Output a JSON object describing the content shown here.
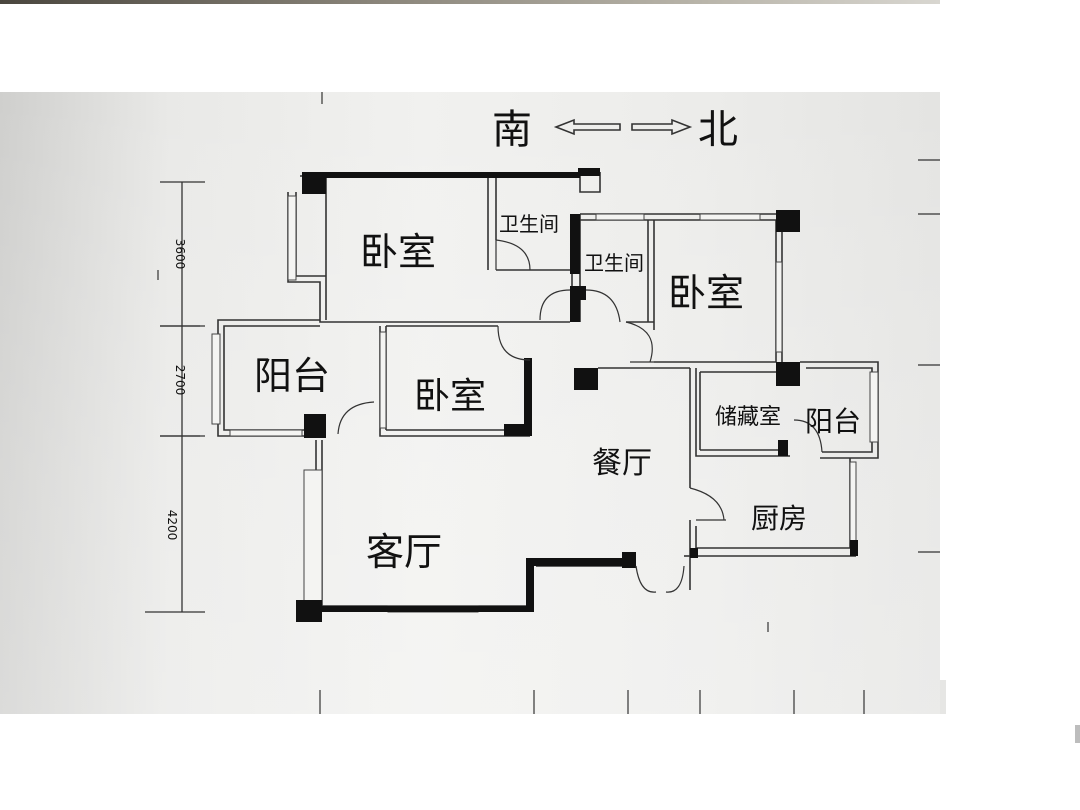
{
  "compass": {
    "south": "南",
    "north": "北"
  },
  "dimensions": [
    "3600",
    "2700",
    "4200"
  ],
  "rooms": {
    "bedroom_main": "卧室",
    "bathroom_1": "卫生间",
    "bathroom_2": "卫生间",
    "bedroom_north": "卧室",
    "balcony_south": "阳台",
    "bedroom_small": "卧室",
    "storage": "储藏室",
    "balcony_north": "阳台",
    "dining": "餐厅",
    "kitchen": "厨房",
    "living": "客厅"
  }
}
